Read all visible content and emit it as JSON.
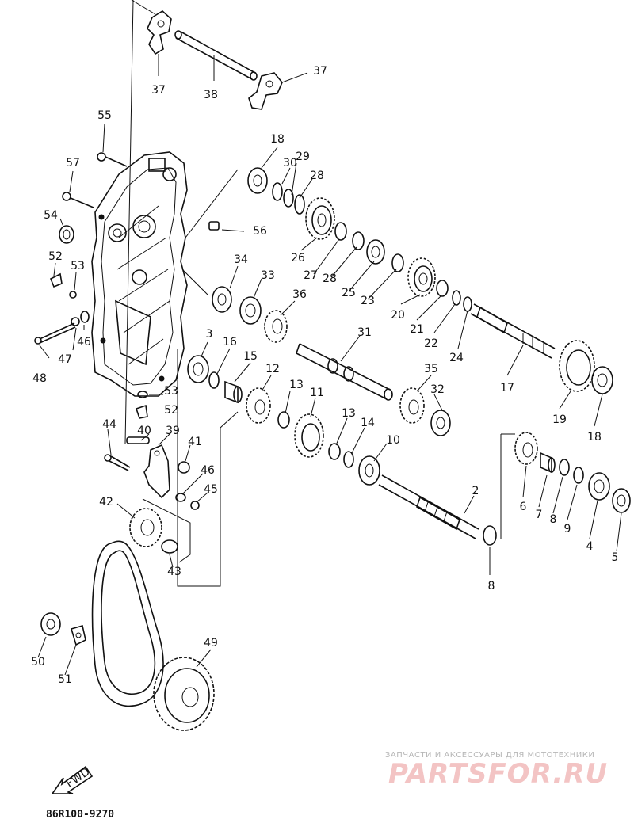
{
  "part_labels": [
    {
      "id": "37a",
      "text": "37"
    },
    {
      "id": "38",
      "text": "38"
    },
    {
      "id": "37b",
      "text": "37"
    },
    {
      "id": "55",
      "text": "55"
    },
    {
      "id": "18a",
      "text": "18"
    },
    {
      "id": "30",
      "text": "30"
    },
    {
      "id": "29",
      "text": "29"
    },
    {
      "id": "28a",
      "text": "28"
    },
    {
      "id": "57",
      "text": "57"
    },
    {
      "id": "54",
      "text": "54"
    },
    {
      "id": "56",
      "text": "56"
    },
    {
      "id": "52a",
      "text": "52"
    },
    {
      "id": "53a",
      "text": "53"
    },
    {
      "id": "34",
      "text": "34"
    },
    {
      "id": "33",
      "text": "33"
    },
    {
      "id": "26",
      "text": "26"
    },
    {
      "id": "27",
      "text": "27"
    },
    {
      "id": "28b",
      "text": "28"
    },
    {
      "id": "25",
      "text": "25"
    },
    {
      "id": "23",
      "text": "23"
    },
    {
      "id": "36",
      "text": "36"
    },
    {
      "id": "20",
      "text": "20"
    },
    {
      "id": "21",
      "text": "21"
    },
    {
      "id": "22",
      "text": "22"
    },
    {
      "id": "24",
      "text": "24"
    },
    {
      "id": "46a",
      "text": "46"
    },
    {
      "id": "47",
      "text": "47"
    },
    {
      "id": "48",
      "text": "48"
    },
    {
      "id": "3",
      "text": "3"
    },
    {
      "id": "16",
      "text": "16"
    },
    {
      "id": "15",
      "text": "15"
    },
    {
      "id": "31",
      "text": "31"
    },
    {
      "id": "12",
      "text": "12"
    },
    {
      "id": "35",
      "text": "35"
    },
    {
      "id": "17",
      "text": "17"
    },
    {
      "id": "13a",
      "text": "13"
    },
    {
      "id": "11",
      "text": "11"
    },
    {
      "id": "53b",
      "text": "53"
    },
    {
      "id": "32",
      "text": "32"
    },
    {
      "id": "52b",
      "text": "52"
    },
    {
      "id": "19",
      "text": "19"
    },
    {
      "id": "18b",
      "text": "18"
    },
    {
      "id": "13b",
      "text": "13"
    },
    {
      "id": "14",
      "text": "14"
    },
    {
      "id": "44",
      "text": "44"
    },
    {
      "id": "40",
      "text": "40"
    },
    {
      "id": "39",
      "text": "39"
    },
    {
      "id": "10",
      "text": "10"
    },
    {
      "id": "41",
      "text": "41"
    },
    {
      "id": "46b",
      "text": "46"
    },
    {
      "id": "45",
      "text": "45"
    },
    {
      "id": "2",
      "text": "2"
    },
    {
      "id": "42",
      "text": "42"
    },
    {
      "id": "6",
      "text": "6"
    },
    {
      "id": "7",
      "text": "7"
    },
    {
      "id": "8a",
      "text": "8"
    },
    {
      "id": "9",
      "text": "9"
    },
    {
      "id": "4",
      "text": "4"
    },
    {
      "id": "5",
      "text": "5"
    },
    {
      "id": "43",
      "text": "43"
    },
    {
      "id": "8b",
      "text": "8"
    },
    {
      "id": "49",
      "text": "49"
    },
    {
      "id": "50",
      "text": "50"
    },
    {
      "id": "51",
      "text": "51"
    }
  ],
  "fwd_label": "FWD",
  "diagram_code": "86R100-9270",
  "watermark": {
    "top_line": "ЗАПЧАСТИ И АКСЕССУАРЫ ДЛЯ МОТОТЕХНИКИ",
    "logo": "PARTSFOR.RU"
  }
}
